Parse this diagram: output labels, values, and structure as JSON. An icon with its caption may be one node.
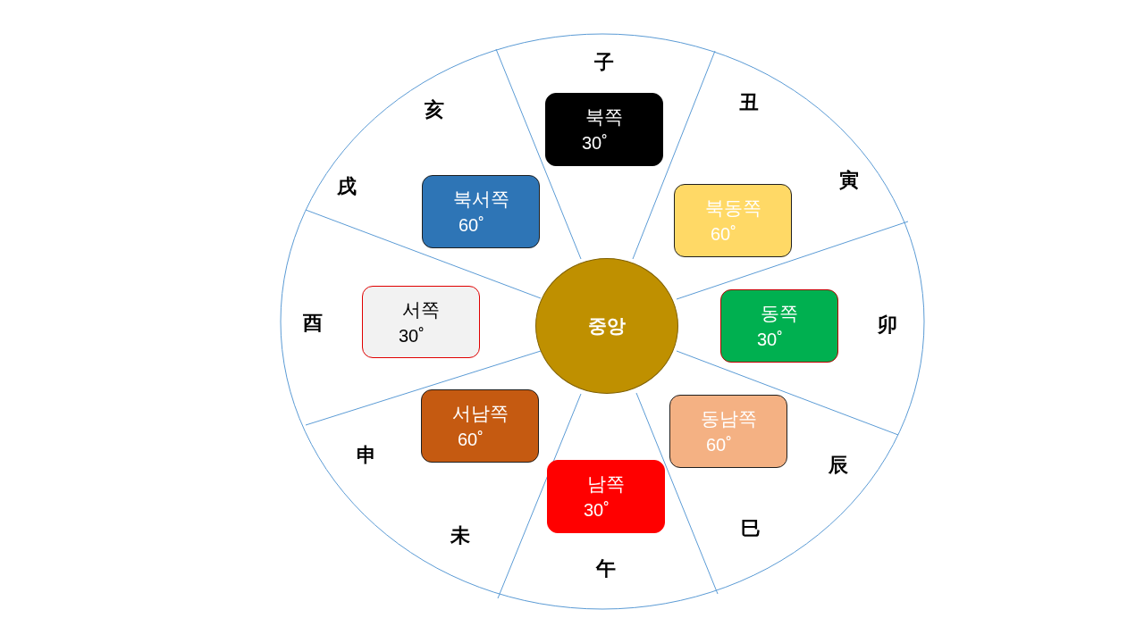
{
  "diagram": {
    "nodes": [
      {
        "text": [
          "북쪽",
          "30˚"
        ]
      },
      {
        "text": [
          "북서쪽",
          "60˚"
        ]
      },
      {
        "text": [
          "북동쪽",
          "60˚"
        ]
      },
      {
        "text": [
          "서쪽",
          "30˚"
        ]
      },
      {
        "text": [
          "중앙"
        ]
      },
      {
        "text": [
          "동쪽",
          "30˚"
        ]
      },
      {
        "text": [
          "서남쪽",
          "60˚"
        ]
      },
      {
        "text": [
          "동남쪽",
          "60˚"
        ]
      },
      {
        "text": [
          "남쪽",
          "30˚"
        ]
      }
    ],
    "labels": [
      "子",
      "丑",
      "亥",
      "寅",
      "戌",
      "卯",
      "酉",
      "辰",
      "申",
      "巳",
      "未",
      "午"
    ]
  }
}
